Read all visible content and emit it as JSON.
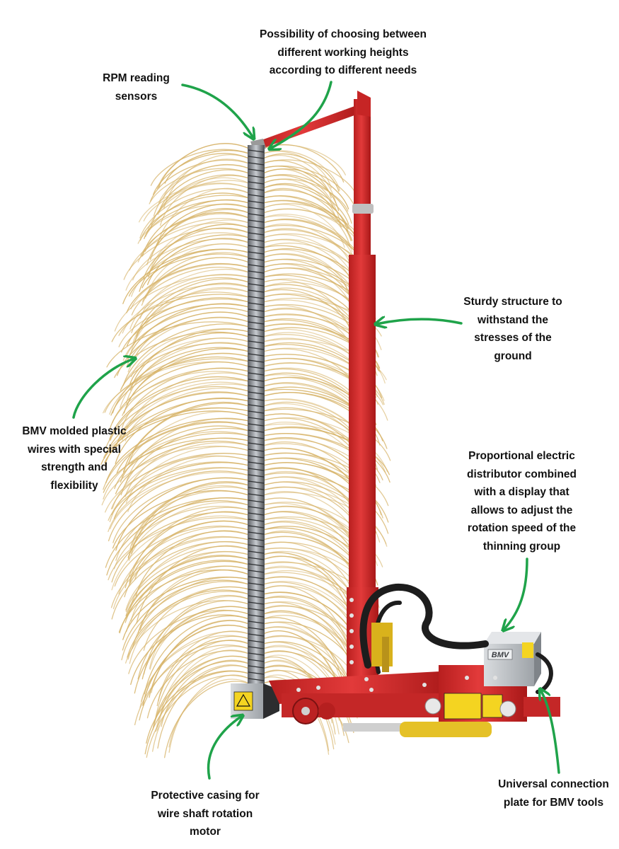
{
  "annotations": [
    {
      "id": "heights",
      "lines": [
        "Possibility of choosing between",
        "different working heights",
        "according to different needs"
      ]
    },
    {
      "id": "rpm",
      "lines": [
        "RPM reading",
        "sensors"
      ]
    },
    {
      "id": "sturdy",
      "lines": [
        "Sturdy structure to",
        "withstand the",
        "stresses of the",
        "ground"
      ]
    },
    {
      "id": "wires",
      "lines": [
        "BMV molded plastic",
        "wires with special",
        "strength and",
        "flexibility"
      ]
    },
    {
      "id": "distrib",
      "lines": [
        "Proportional electric",
        "distributor combined",
        "with a display that",
        "allows to adjust the",
        "rotation speed of the",
        "thinning group"
      ]
    },
    {
      "id": "casing",
      "lines": [
        "Protective casing for",
        "wire shaft rotation",
        "motor"
      ]
    },
    {
      "id": "plate",
      "lines": [
        "Universal connection",
        "plate for BMV tools"
      ]
    }
  ],
  "device": {
    "brand_plate": "BMV",
    "frame_color": "#d42a2a",
    "wire_color": "#d7b46a",
    "arrow_color": "#1fa34a"
  }
}
